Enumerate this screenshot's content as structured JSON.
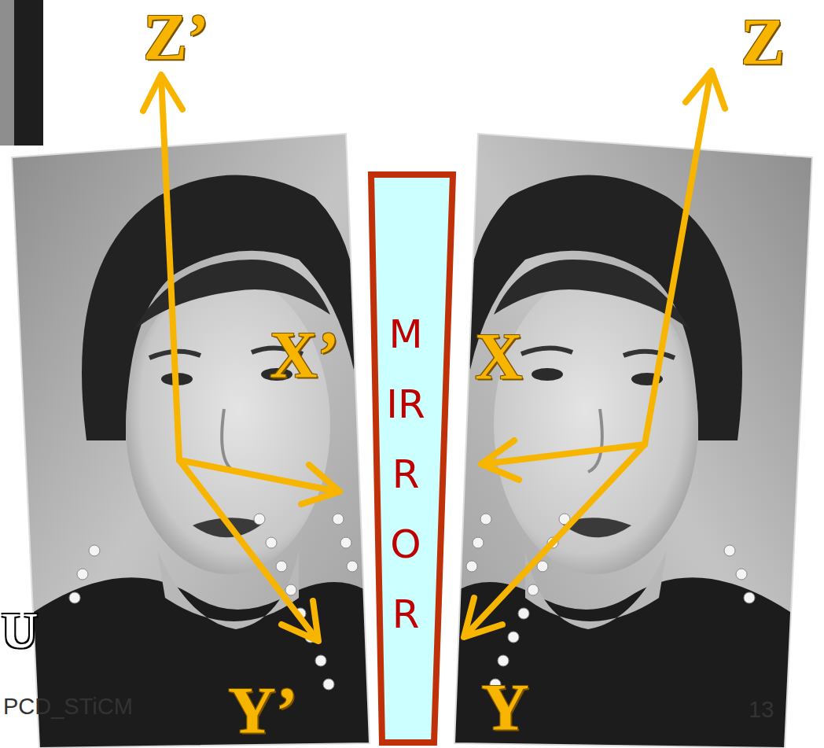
{
  "diagram": {
    "nodes": [
      {
        "text": [
          "MIRROR"
        ]
      }
    ],
    "labels": [
      "Z’",
      "X’",
      "Y’",
      "Z",
      "X",
      "Y",
      "U",
      "PCD_STiCM",
      "13"
    ]
  }
}
